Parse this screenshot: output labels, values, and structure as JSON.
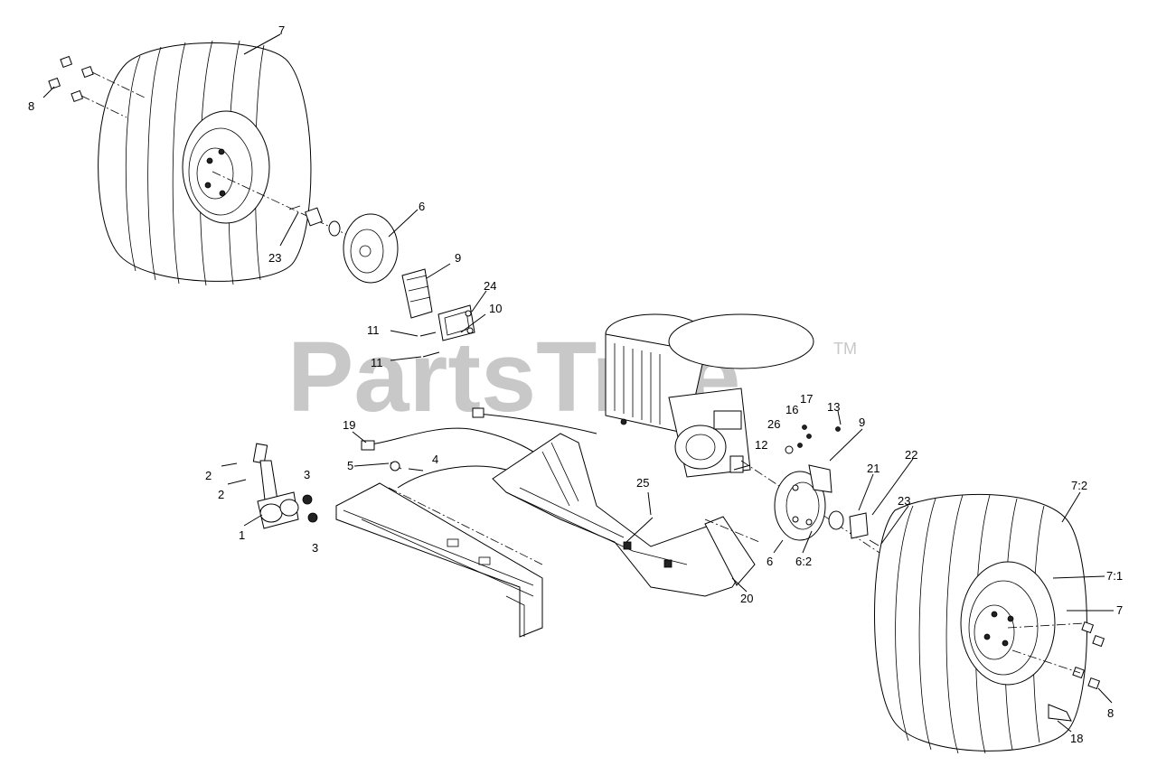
{
  "watermark": {
    "text": "PartsTree",
    "trademark": "TM",
    "color": "#c8c8c8"
  },
  "callouts": [
    {
      "id": "c-7-top",
      "text": "7"
    },
    {
      "id": "c-8-top",
      "text": "8"
    },
    {
      "id": "c-6-top",
      "text": "6"
    },
    {
      "id": "c-23-top",
      "text": "23"
    },
    {
      "id": "c-9-top",
      "text": "9"
    },
    {
      "id": "c-24",
      "text": "24"
    },
    {
      "id": "c-10",
      "text": "10"
    },
    {
      "id": "c-11-a",
      "text": "11"
    },
    {
      "id": "c-11-b",
      "text": "11"
    },
    {
      "id": "c-19",
      "text": "19"
    },
    {
      "id": "c-5",
      "text": "5"
    },
    {
      "id": "c-4",
      "text": "4"
    },
    {
      "id": "c-2-a",
      "text": "2"
    },
    {
      "id": "c-2-b",
      "text": "2"
    },
    {
      "id": "c-3-a",
      "text": "3"
    },
    {
      "id": "c-3-b",
      "text": "3"
    },
    {
      "id": "c-1",
      "text": "1"
    },
    {
      "id": "c-25",
      "text": "25"
    },
    {
      "id": "c-20",
      "text": "20"
    },
    {
      "id": "c-26",
      "text": "26"
    },
    {
      "id": "c-16",
      "text": "16"
    },
    {
      "id": "c-17",
      "text": "17"
    },
    {
      "id": "c-13",
      "text": "13"
    },
    {
      "id": "c-9-right",
      "text": "9"
    },
    {
      "id": "c-12",
      "text": "12"
    },
    {
      "id": "c-21",
      "text": "21"
    },
    {
      "id": "c-22",
      "text": "22"
    },
    {
      "id": "c-23-right",
      "text": "23"
    },
    {
      "id": "c-6-right",
      "text": "6"
    },
    {
      "id": "c-6-2",
      "text": "6:2"
    },
    {
      "id": "c-7-2",
      "text": "7:2"
    },
    {
      "id": "c-7-1",
      "text": "7:1"
    },
    {
      "id": "c-7-right",
      "text": "7"
    },
    {
      "id": "c-8-right",
      "text": "8"
    },
    {
      "id": "c-18",
      "text": "18"
    }
  ]
}
